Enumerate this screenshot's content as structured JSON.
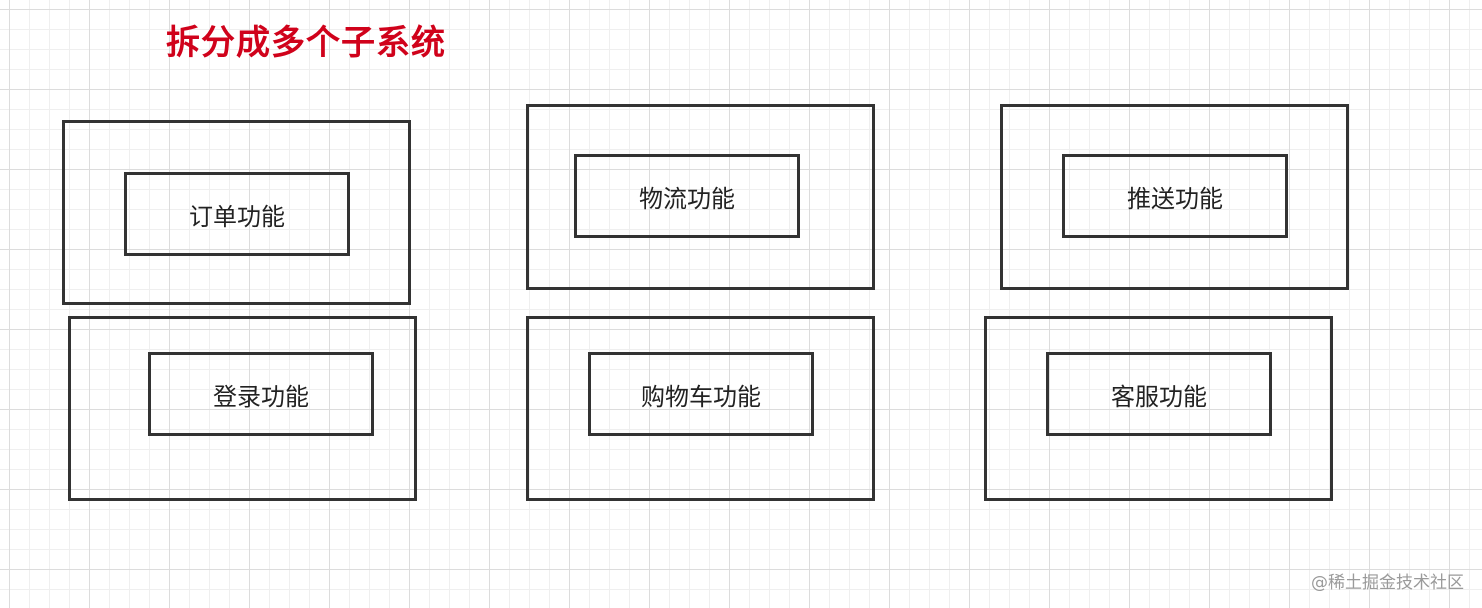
{
  "diagram": {
    "title": "拆分成多个子系统",
    "subsystems": [
      {
        "label": "订单功能"
      },
      {
        "label": "物流功能"
      },
      {
        "label": "推送功能"
      },
      {
        "label": "登录功能"
      },
      {
        "label": "购物车功能"
      },
      {
        "label": "客服功能"
      }
    ]
  },
  "watermark": "@稀土掘金技术社区",
  "colors": {
    "title": "#d0021b",
    "box_border": "#333333",
    "grid": "#dcdcdc"
  }
}
